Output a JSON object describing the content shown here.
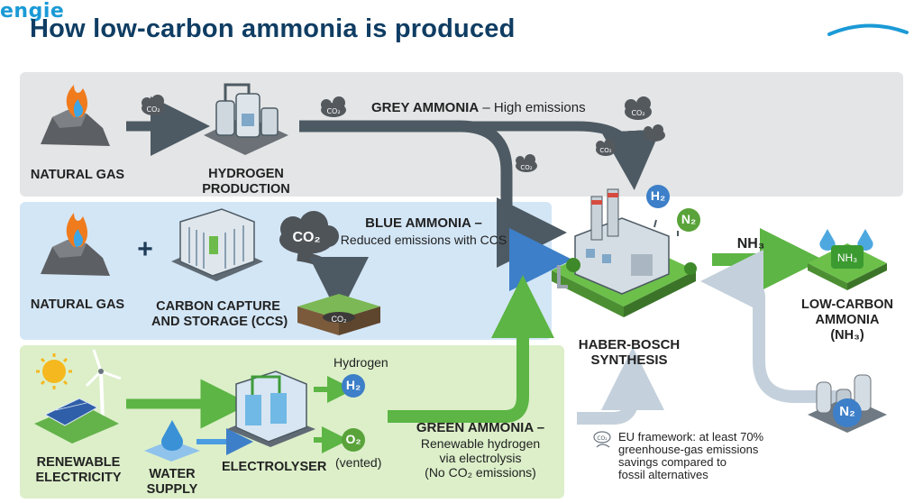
{
  "title": "How low-carbon ammonia is produced",
  "logo": {
    "text": "engie"
  },
  "colors": {
    "title": "#0f3d63",
    "grey_arrow": "#4d5a63",
    "blue_arrow": "#3d7fc8",
    "green_arrow": "#5cb544",
    "light_arrow": "#c4d1dc"
  },
  "grey": {
    "natural_gas": "NATURAL GAS",
    "hydrogen_production_1": "HYDROGEN",
    "hydrogen_production_2": "PRODUCTION",
    "route_title": "GREY AMMONIA",
    "route_dash": "–",
    "route_desc": "High emissions",
    "co2_small": "CO₂"
  },
  "blue": {
    "natural_gas": "NATURAL GAS",
    "plus": "+",
    "ccs_1": "CARBON CAPTURE",
    "ccs_2": "AND STORAGE (CCS)",
    "co2_cloud": "CO₂",
    "co2_storage": "CO₂",
    "route_title": "BLUE AMMONIA –",
    "route_desc": "Reduced emissions with CCS"
  },
  "green": {
    "renewable_1": "RENEWABLE",
    "renewable_2": "ELECTRICITY",
    "water_1": "WATER",
    "water_2": "SUPPLY",
    "electrolyser": "ELECTROLYSER",
    "hydrogen": "Hydrogen",
    "h2": "H₂",
    "o2": "O₂",
    "vented": "(vented)",
    "route_title": "GREEN AMMONIA –",
    "route_desc_1": "Renewable hydrogen",
    "route_desc_2": "via electrolysis",
    "route_desc_3": "(No CO₂ emissions)"
  },
  "center": {
    "h2": "H₂",
    "n2": "N₂",
    "haber_1": "HABER-BOSCH",
    "haber_2": "SYNTHESIS",
    "nh3_arrow": "NH₃"
  },
  "right": {
    "nh3_badge": "NH₃",
    "out_1": "LOW-CARBON",
    "out_2": "AMMONIA",
    "out_3": "(NH₃)",
    "n2_badge": "N₂"
  },
  "footnote": {
    "icon_text": "CO₂",
    "line_1": "EU framework: at least 70%",
    "line_2": "greenhouse-gas emissions",
    "line_3": "savings compared to",
    "line_4": "fossil alternatives"
  }
}
